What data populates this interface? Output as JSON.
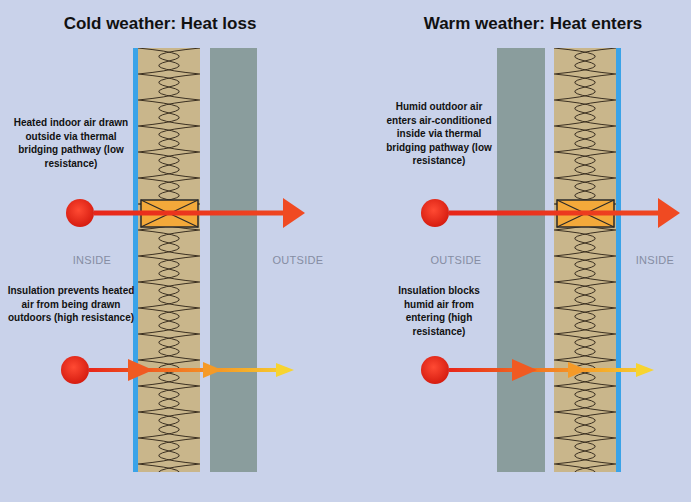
{
  "diagram": {
    "labels": [
      "Cold weather: Heat loss",
      "Heated indoor air drawn outside via thermal bridging pathway (low resistance)",
      "INSIDE",
      "OUTSIDE",
      "Insulation prevents heated air from being drawn outdoors (high resistance)",
      "Warm weather: Heat enters",
      "Humid outdoor air enters air-conditioned inside via thermal bridging pathway (low resistance)",
      "OUTSIDE",
      "INSIDE",
      "Insulation blocks humid air from entering (high resistance)"
    ]
  }
}
